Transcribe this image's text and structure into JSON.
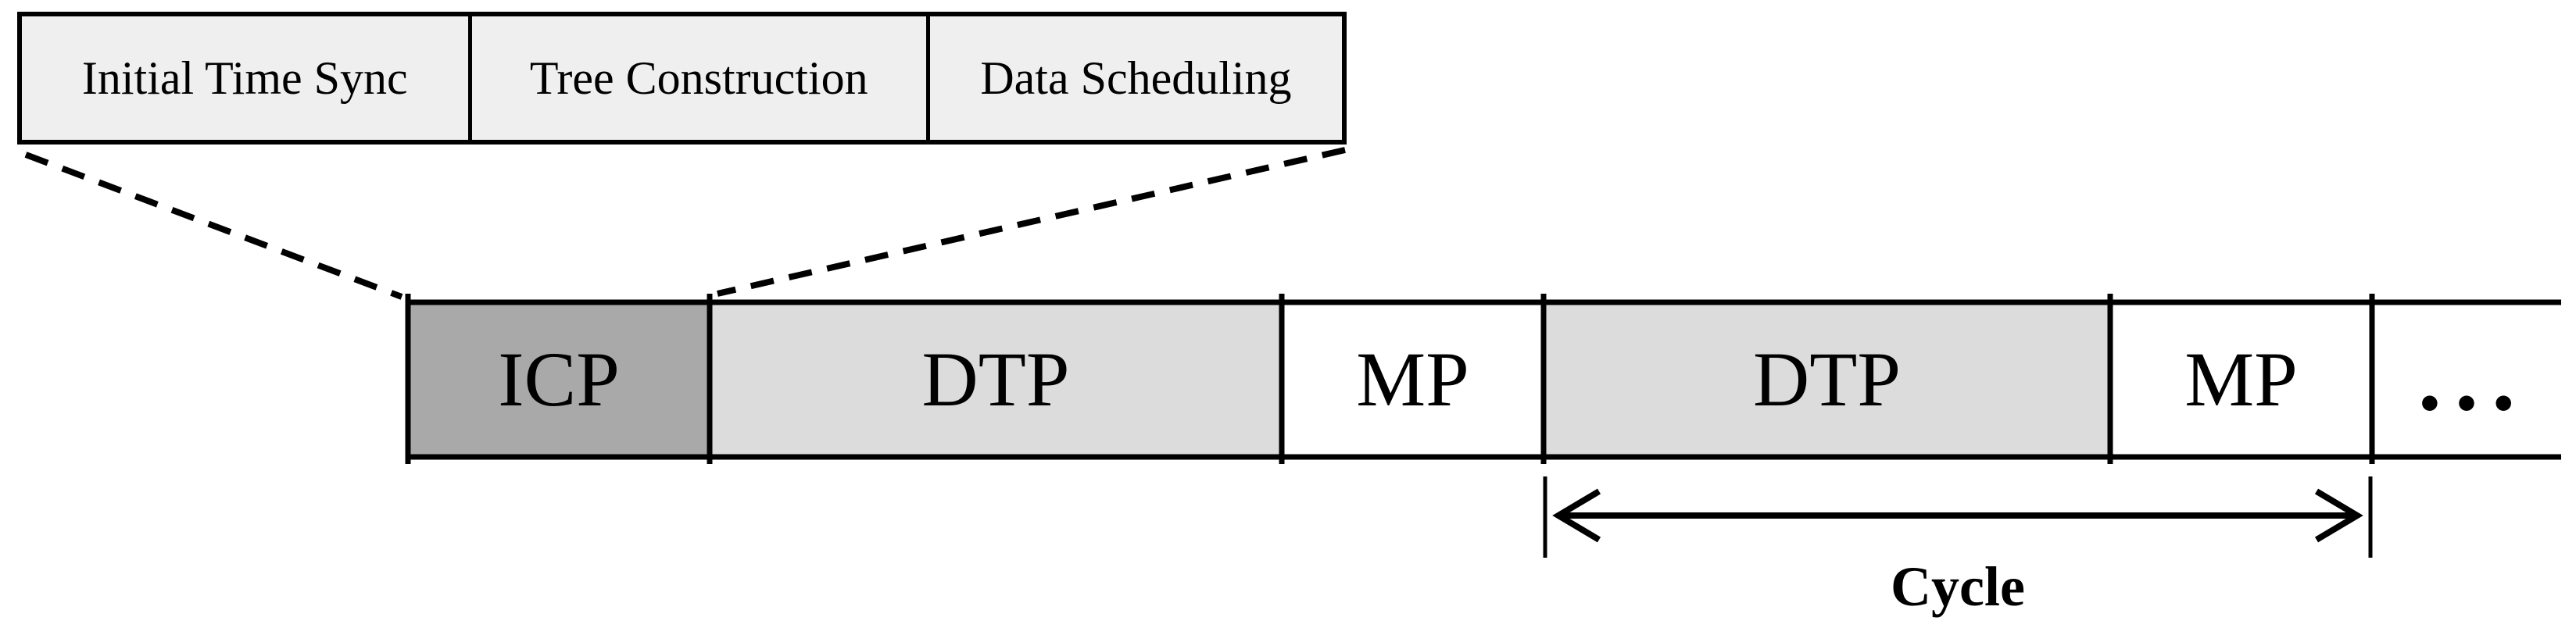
{
  "diagram": {
    "phase_breakdown": {
      "items": [
        {
          "label": "Initial Time Sync"
        },
        {
          "label": "Tree Construction"
        },
        {
          "label": "Data Scheduling"
        }
      ]
    },
    "timeline": {
      "segments": [
        {
          "label": "ICP",
          "fill": "#a9a9a9"
        },
        {
          "label": "DTP",
          "fill": "#dcdcdc"
        },
        {
          "label": "MP",
          "fill": "#ffffff"
        },
        {
          "label": "DTP",
          "fill": "#dcdcdc"
        },
        {
          "label": "MP",
          "fill": "#ffffff"
        }
      ],
      "ellipsis": "•••"
    },
    "cycle": {
      "label": "Cycle"
    },
    "colors": {
      "line": "#000000",
      "breakdown_fill": "#efefef",
      "icp_fill": "#a9a9a9",
      "dtp_fill": "#dcdcdc",
      "mp_fill": "#ffffff"
    }
  }
}
